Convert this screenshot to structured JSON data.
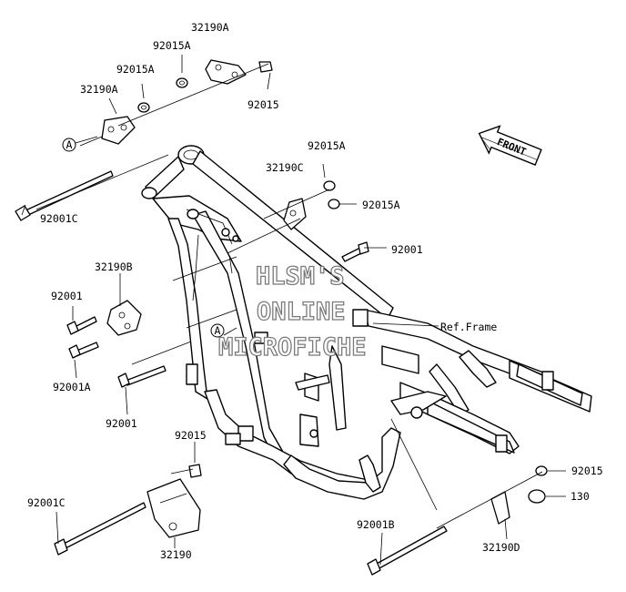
{
  "diagram": {
    "labels": {
      "p32190A_top": "32190A",
      "p92015A_top": "92015A",
      "p92015A_left": "92015A",
      "p92015_top": "92015",
      "p32190A_left": "32190A",
      "callout_a1": "A",
      "p92001C_top": "92001C",
      "p92015A_mid": "92015A",
      "p32190C": "32190C",
      "p92015A_right": "92015A",
      "p92001_right": "92001",
      "p32190B": "32190B",
      "p92001_left": "92001",
      "p92001A": "92001A",
      "p92001_bottom": "92001",
      "callout_a2": "A",
      "ref_frame": "Ref.Frame",
      "p92015_low": "92015",
      "p92001C_bottom": "92001C",
      "p32190": "32190",
      "p92015_right": "92015",
      "p130": "130",
      "p92001B": "92001B",
      "p32190D": "32190D",
      "front": "FRONT"
    },
    "watermark": [
      "HLSM'S",
      "ONLINE",
      "MICROFICHE"
    ]
  }
}
